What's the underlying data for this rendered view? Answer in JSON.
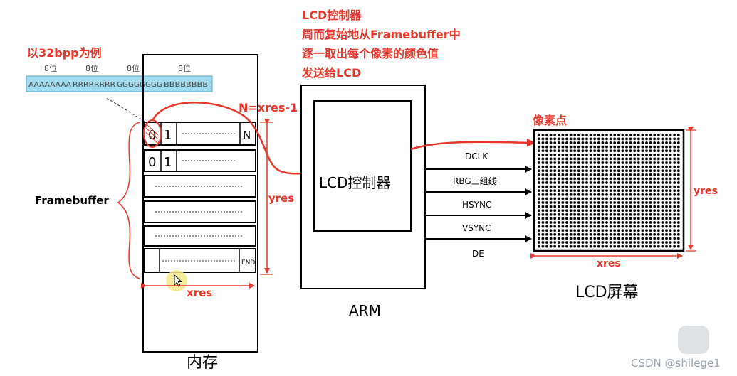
{
  "example": {
    "title": "以32bpp为例",
    "bit_labels": [
      "8位",
      "8位",
      "8位",
      "8位"
    ],
    "pixel_bits": [
      "AAAAAAAA",
      "RRRRRRRR",
      "GGGGGGGG",
      "BBBBBBBB"
    ]
  },
  "memory": {
    "label": "内存",
    "framebuffer_label": "Framebuffer",
    "row0_first": "0",
    "row0_second": "1",
    "row0_last": "N",
    "row1_first": "0",
    "row1_second": "1",
    "end_label": "END",
    "xres_label": "xres",
    "yres_label": "yres"
  },
  "note_n": "N=xres-1",
  "controller_note": [
    "LCD控制器",
    "周而复始地从Framebuffer中",
    "逐一取出每个像素的颜色值",
    "发送给LCD"
  ],
  "arm": {
    "label": "ARM",
    "controller_label": "LCD控制器"
  },
  "signals": [
    "DCLK",
    "RBG三组线",
    "HSYNC",
    "VSYNC",
    "DE"
  ],
  "lcd": {
    "pixel_label": "像素点",
    "screen_label": "LCD屏幕",
    "xres_label": "xres",
    "yres_label": "yres"
  },
  "watermark": "CSDN @shilege1",
  "colors": {
    "accent": "#e8372a",
    "bit_strip_fill": "#9fdcf0",
    "highlight": "#f5e98a"
  }
}
